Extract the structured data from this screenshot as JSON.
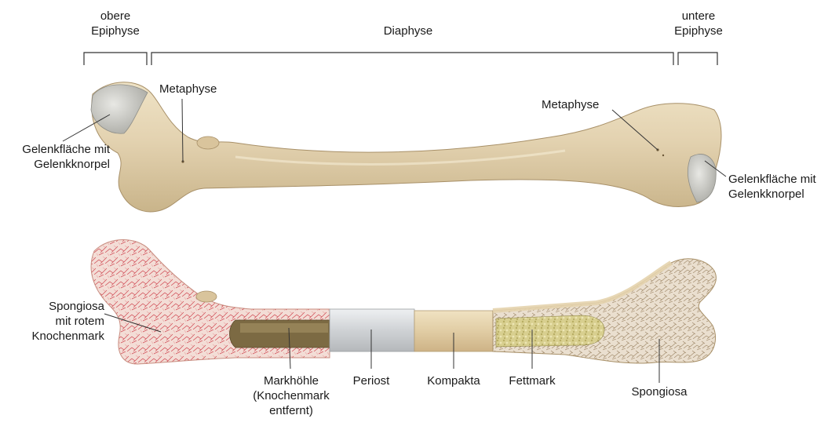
{
  "brackets": {
    "upper_epiphysis": [
      "obere",
      "Epiphyse"
    ],
    "diaphysis": [
      "Diaphyse"
    ],
    "lower_epiphysis": [
      "untere",
      "Epiphyse"
    ]
  },
  "top_bone_labels": {
    "metaphysis_left": "Metaphyse",
    "metaphysis_right": "Metaphyse",
    "articular_surface_left": [
      "Gelenkfläche mit",
      "Gelenkknorpel"
    ],
    "articular_surface_right": [
      "Gelenkfläche mit",
      "Gelenkknorpel"
    ]
  },
  "bottom_bone_labels": {
    "spongiosa_red_marrow": [
      "Spongiosa",
      "mit rotem",
      "Knochenmark"
    ],
    "marrow_cavity": [
      "Markhöhle",
      "(Knochenmark",
      "entfernt)"
    ],
    "periosteum": "Periost",
    "compacta": "Kompakta",
    "fatty_marrow": "Fettmark",
    "spongiosa": "Spongiosa"
  },
  "colors": {
    "bone": "#e3d2b0",
    "bone_shadow": "#c9b48a",
    "cartilage": "#c9c9c4",
    "red_marrow_bg": "#f2dcd6",
    "red_marrow_lines": "#c8323a",
    "spongiosa_bg": "#eadfcf",
    "periosteum": "#d6d8da",
    "fatty_marrow": "#d7cf8a",
    "leader_line": "#333333"
  }
}
